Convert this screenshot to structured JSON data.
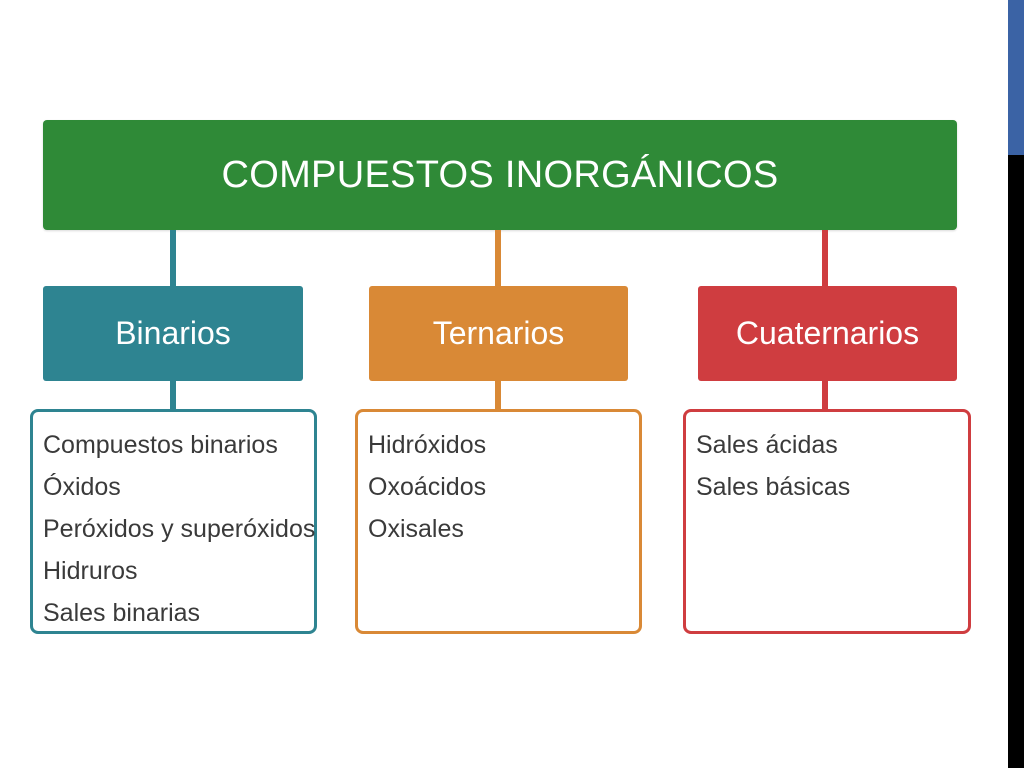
{
  "colors": {
    "root": "#2f8a37",
    "binarios": "#2e8491",
    "ternarios": "#d98936",
    "cuaternarios": "#cf3d40",
    "side_blue": "#3b63a5",
    "side_black": "#000000"
  },
  "root": {
    "label": "COMPUESTOS INORGÁNICOS"
  },
  "categories": [
    {
      "label": "Binarios",
      "items": [
        "Compuestos binarios",
        "Óxidos",
        "Peróxidos y superóxidos",
        "Hidruros",
        "Sales binarias"
      ]
    },
    {
      "label": "Ternarios",
      "items": [
        "Hidróxidos",
        "Oxoácidos",
        "Oxisales"
      ]
    },
    {
      "label": "Cuaternarios",
      "items": [
        "Sales ácidas",
        "Sales básicas"
      ]
    }
  ]
}
